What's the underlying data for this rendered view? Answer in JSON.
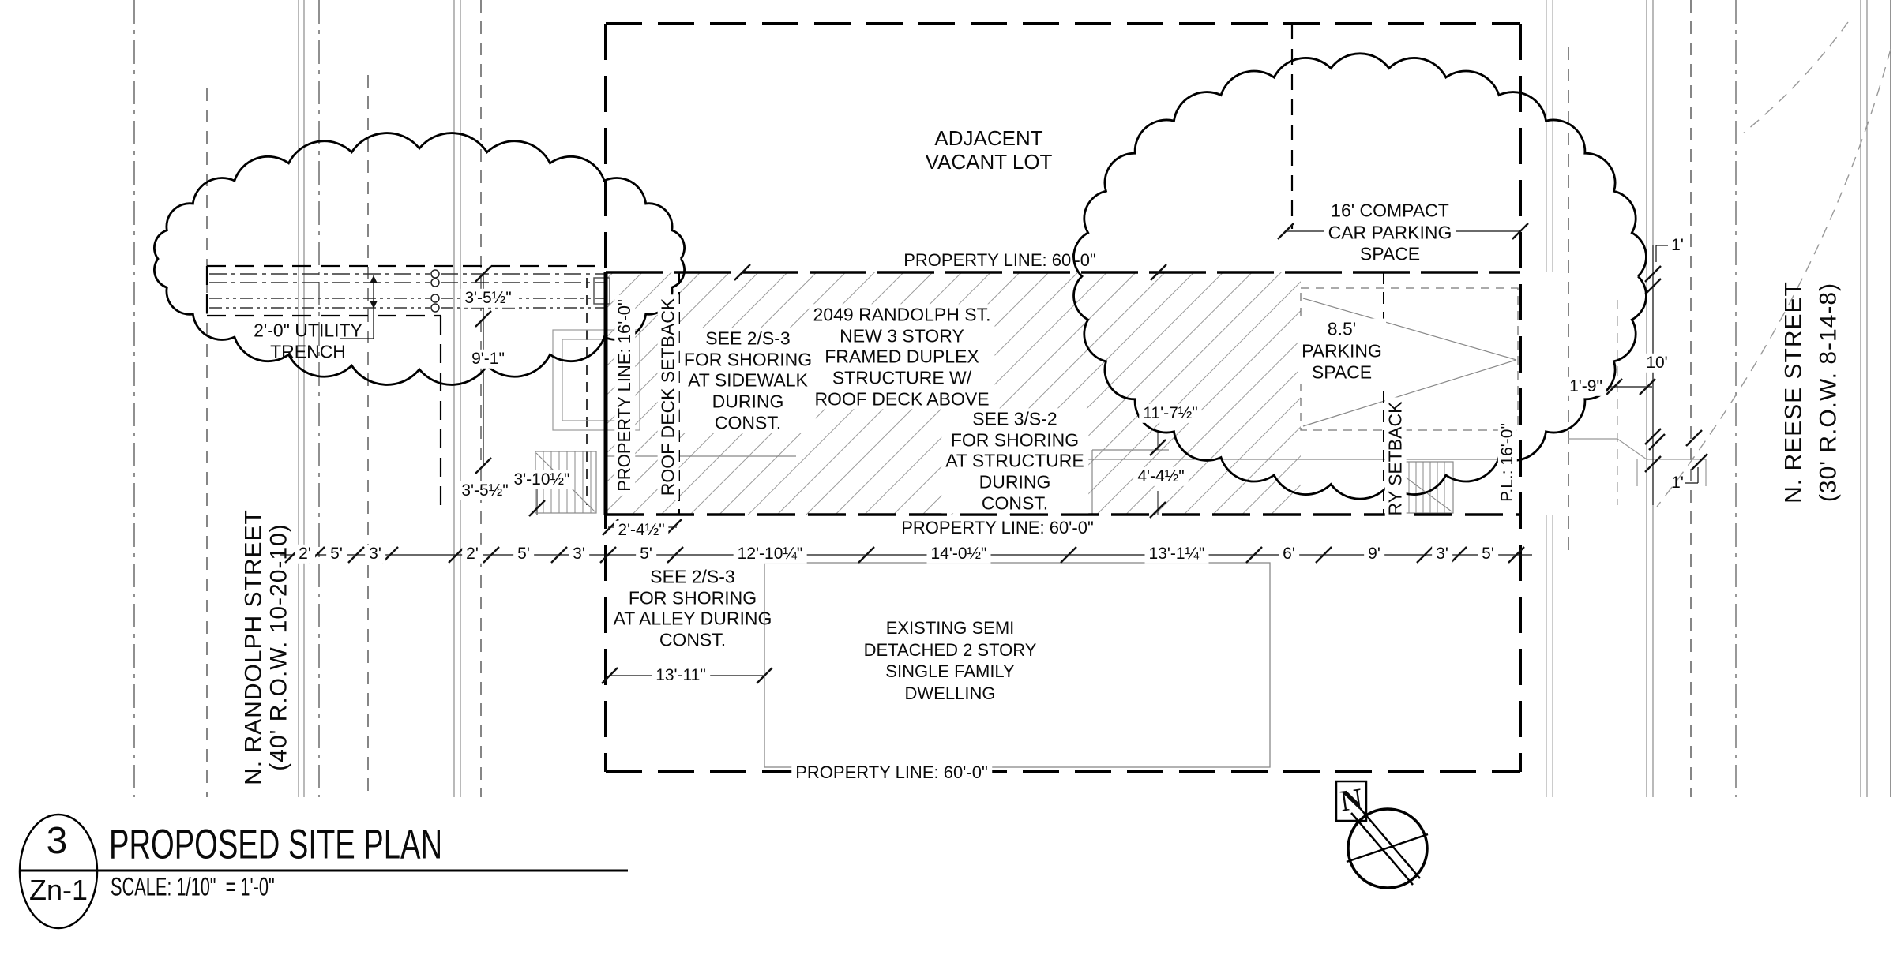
{
  "title_block": {
    "detail_number": "3",
    "sheet_number": "Zn-1",
    "title": "PROPOSED SITE PLAN",
    "scale": "SCALE: 1/10\"  = 1'-0\""
  },
  "north_arrow": {
    "label": "N"
  },
  "streets": {
    "left_name": "N. RANDOLPH STREET",
    "left_row": "(40' R.O.W. 10-20-10)",
    "right_name": "N. REESE STREET",
    "right_row": "(30' R.O.W. 8-14-8)"
  },
  "property_lines": {
    "top": "PROPERTY LINE: 60'-0\"",
    "mid": "PROPERTY LINE: 60'-0\"",
    "bottom": "PROPERTY LINE: 60'-0\"",
    "west": "PROPERTY LINE: 16'-0\"",
    "east": "P.L.: 16'-0\""
  },
  "setbacks": {
    "roof_deck": "ROOF DECK SETBACK",
    "rear_yard": "RY SETBACK"
  },
  "labels": {
    "adjacent_lot": [
      "ADJACENT",
      "VACANT LOT"
    ],
    "building": [
      "2049 RANDOLPH ST.",
      "NEW 3 STORY",
      "FRAMED DUPLEX",
      "STRUCTURE W/",
      "ROOF DECK ABOVE"
    ],
    "note_sidewalk": [
      "SEE 2/S-3",
      "FOR SHORING",
      "AT SIDEWALK",
      "DURING",
      "CONST."
    ],
    "note_structure": [
      "SEE 3/S-2",
      "FOR SHORING",
      "AT STRUCTURE",
      "DURING",
      "CONST."
    ],
    "note_alley": [
      "SEE 2/S-3",
      "FOR SHORING",
      "AT ALLEY DURING",
      "CONST."
    ],
    "existing_dwelling": [
      "EXISTING SEMI",
      "DETACHED 2 STORY",
      "SINGLE FAMILY",
      "DWELLING"
    ],
    "utility_trench": [
      "2'-0\" UTILITY",
      "TRENCH"
    ],
    "compact_parking": [
      "16' COMPACT",
      "CAR PARKING",
      "SPACE"
    ],
    "parking_space": [
      "8.5'",
      "PARKING",
      "SPACE"
    ]
  },
  "dims": {
    "row": [
      "2'",
      "5'",
      "3'",
      "2'",
      "5'",
      "3'",
      "5'",
      "12'-10¼\"",
      "14'-0½\"",
      "13'-1¼\"",
      "6'",
      "9'",
      "3'",
      "5'"
    ],
    "w_top": "3'-5½\"",
    "w_mid": "9'-1\"",
    "w_a": "3'-5½\"",
    "w_b": "3'-10½\"",
    "w_c": "2'-4½\"",
    "alley": "13'-11\"",
    "e_upper": "11'-7½\"",
    "e_lower": "4'-4½\"",
    "r_top": "1'",
    "r_mid": "10'",
    "r_side": "1'-9\"",
    "r_bot": "1'"
  }
}
